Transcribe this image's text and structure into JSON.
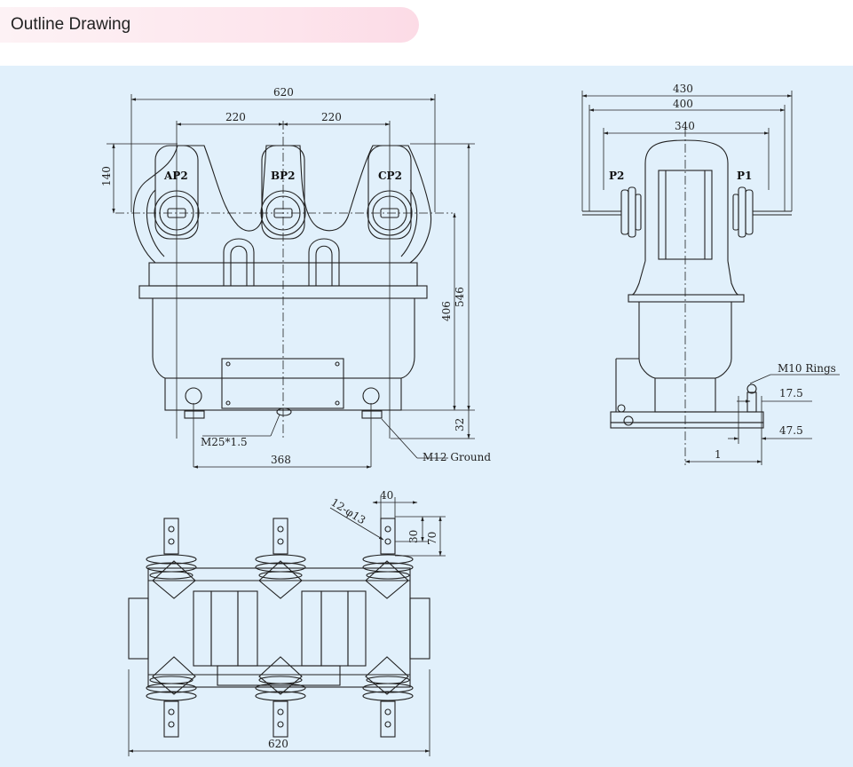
{
  "header": {
    "title": "Outline Drawing"
  },
  "front_view": {
    "labels": [
      "AP2",
      "BP2",
      "CP2"
    ],
    "dims": {
      "overall_width": "620",
      "pitch_left": "220",
      "pitch_right": "220",
      "terminal_height": "140",
      "body_height": "406",
      "total_height": "546",
      "base_height": "32",
      "mount_spacing": "368"
    },
    "callouts": {
      "thread": "M25*1.5",
      "ground": "M12 Ground"
    }
  },
  "side_view": {
    "labels": {
      "p2": "P2",
      "p1": "P1"
    },
    "dims": {
      "w430": "430",
      "w400": "400",
      "w340": "340",
      "d175": "17.5",
      "d475": "47.5",
      "d1": "1"
    },
    "callouts": {
      "rings": "M10 Rings"
    }
  },
  "top_view": {
    "dims": {
      "overall_width": "620",
      "hole_pitch": "40",
      "hole_spacing": "30",
      "hole_length": "70"
    },
    "callouts": {
      "holes": "12-φ13"
    }
  },
  "colors": {
    "panel": "#e1f0fb",
    "title_pill": "#fde4ec",
    "line": "#222222"
  }
}
